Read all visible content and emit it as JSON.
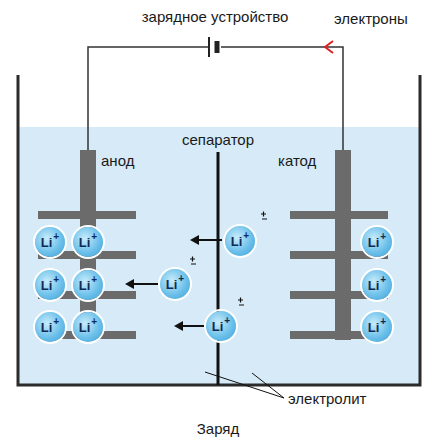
{
  "diagram": {
    "nodes": [
      {
        "text": [
          "Li",
          "+"
        ]
      },
      {
        "text": [
          "Li",
          "+"
        ]
      },
      {
        "text": [
          "Li",
          "+"
        ]
      },
      {
        "text": [
          "Li",
          "+"
        ]
      },
      {
        "text": [
          "Li",
          "+"
        ]
      },
      {
        "text": [
          "Li",
          "+"
        ]
      },
      {
        "text": [
          "Li",
          "+"
        ]
      },
      {
        "text": [
          "Li",
          "+"
        ]
      },
      {
        "text": [
          "Li",
          "+"
        ]
      },
      {
        "text": [
          "Li",
          "+"
        ]
      },
      {
        "text": [
          "Li",
          "+"
        ]
      },
      {
        "text": [
          "Li",
          "+"
        ]
      }
    ],
    "labels": [
      "зарядное устройство",
      "электроны",
      "сепаратор",
      "анод",
      "катод",
      "электролит",
      "Заряд"
    ]
  }
}
